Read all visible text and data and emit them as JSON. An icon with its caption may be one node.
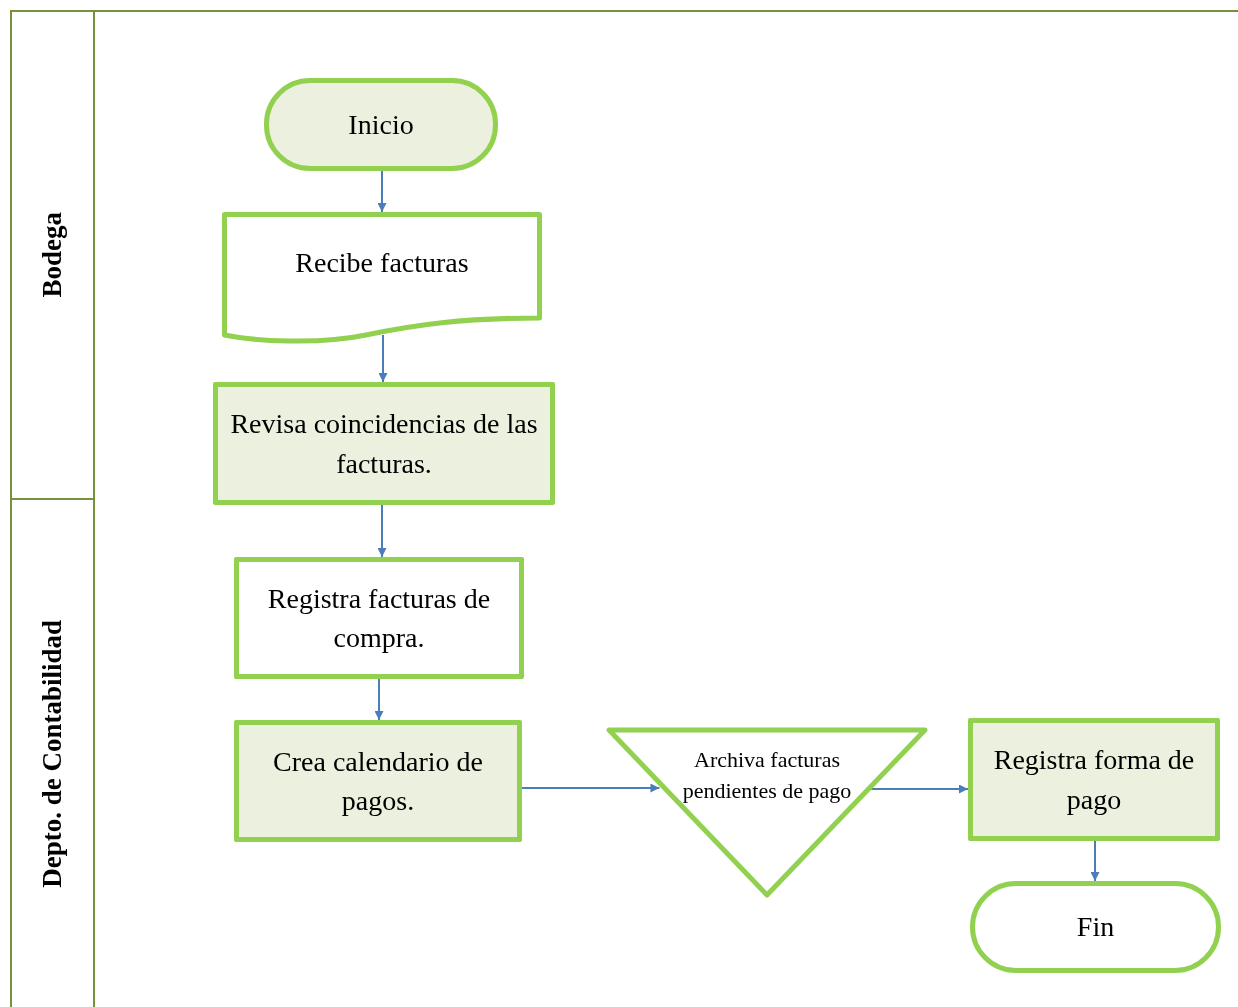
{
  "diagram": {
    "nodes": [
      {
        "text": [
          "Bodega"
        ]
      },
      {
        "text": [
          "Depto. de Contabilidad"
        ]
      },
      {
        "text": [
          "Inicio"
        ]
      },
      {
        "text": [
          "Recibe facturas"
        ]
      },
      {
        "text": [
          "Revisa coincidencias de las facturas."
        ]
      },
      {
        "text": [
          "Registra facturas de compra."
        ]
      },
      {
        "text": [
          "Crea calendario de pagos."
        ]
      },
      {
        "text": [
          "Archiva facturas pendientes de pago"
        ]
      },
      {
        "text": [
          "Registra forma de pago"
        ]
      },
      {
        "text": [
          "Fin"
        ]
      }
    ],
    "edges": [
      {
        "from": 2,
        "to": 3,
        "arrow": "to"
      },
      {
        "from": 3,
        "to": 4,
        "arrow": "to"
      },
      {
        "from": 4,
        "to": 5,
        "arrow": "to"
      },
      {
        "from": 5,
        "to": 6,
        "arrow": "to"
      },
      {
        "from": 6,
        "to": 7,
        "arrow": "to"
      },
      {
        "from": 7,
        "to": 8,
        "arrow": "to"
      },
      {
        "from": 8,
        "to": 9,
        "arrow": "to"
      }
    ]
  }
}
